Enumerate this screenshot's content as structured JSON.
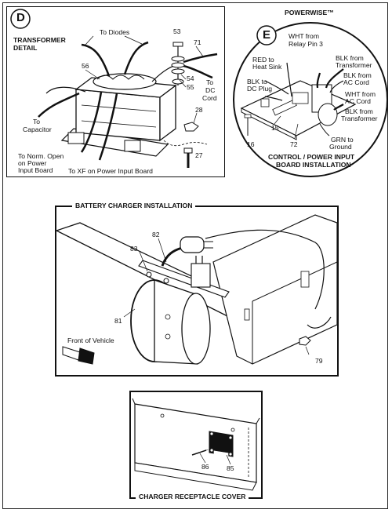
{
  "transformer_detail": {
    "letter": "D",
    "title_line1": "TRANSFORMER",
    "title_line2": "DETAIL",
    "labels": {
      "to_diodes": "To Diodes",
      "to_dc_cord_1": "To",
      "to_dc_cord_2": "DC",
      "to_dc_cord_3": "Cord",
      "to_capacitor_1": "To",
      "to_capacitor_2": "Capacitor",
      "to_norm_open_1": "To Norm. Open",
      "to_norm_open_2": "on Power",
      "to_norm_open_3": "Input Board",
      "to_xf": "To XF on Power Input Board"
    },
    "numbers": {
      "n53": "53",
      "n71": "71",
      "n56": "56",
      "n54": "54",
      "n55": "55",
      "n28": "28",
      "n27": "27"
    }
  },
  "powerwise": {
    "letter": "E",
    "brand": "POWERWISE™",
    "labels": {
      "wht_relay_1": "WHT from",
      "wht_relay_2": "Relay Pin 3",
      "red_heat_1": "RED to",
      "red_heat_2": "Heat Sink",
      "blk_dc_1": "BLK to",
      "blk_dc_2": "DC Plug",
      "blk_transformer_top_1": "BLK from",
      "blk_transformer_top_2": "Transformer",
      "blk_ac_1": "BLK from",
      "blk_ac_2": "AC Cord",
      "wht_ac_1": "WHT from",
      "wht_ac_2": "AC Cord",
      "blk_transformer_bot_1": "BLK from",
      "blk_transformer_bot_2": "Transformer",
      "grn_ground_1": "GRN to",
      "grn_ground_2": "Ground",
      "caption_1": "CONTROL / POWER INPUT",
      "caption_2": "BOARD INSTALLATION"
    },
    "numbers": {
      "n15": "15",
      "n16": "16",
      "n72": "72"
    }
  },
  "battery_charger": {
    "title": "BATTERY CHARGER INSTALLATION",
    "front_of_vehicle": "Front of Vehicle",
    "numbers": {
      "n82": "82",
      "n83": "83",
      "n81": "81",
      "n79": "79"
    }
  },
  "receptacle_cover": {
    "title": "CHARGER RECEPTACLE COVER",
    "numbers": {
      "n86": "86",
      "n85": "85"
    }
  }
}
